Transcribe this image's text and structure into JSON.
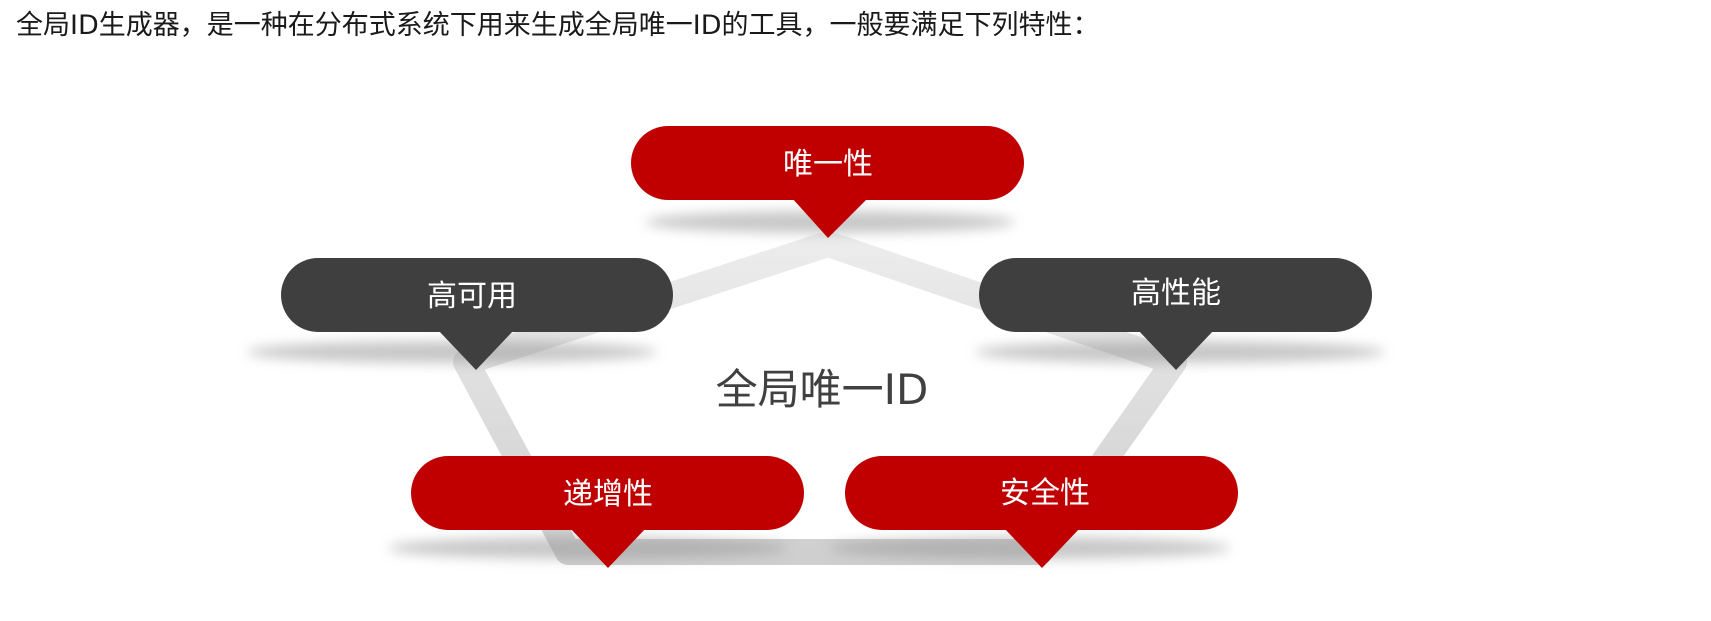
{
  "intro_text": "全局ID生成器，是一种在分布式系统下用来生成全局唯一ID的工具，一般要满足下列特性：",
  "diagram": {
    "center_label": "全局唯一ID",
    "nodes": [
      {
        "label": "唯一性"
      },
      {
        "label": "高可用"
      },
      {
        "label": "高性能"
      },
      {
        "label": "递增性"
      },
      {
        "label": "安全性"
      }
    ]
  },
  "colors": {
    "red": "#c00000",
    "dark": "#3f3f3f",
    "connector": "#d6d6d6",
    "text_dark": "#404040"
  }
}
